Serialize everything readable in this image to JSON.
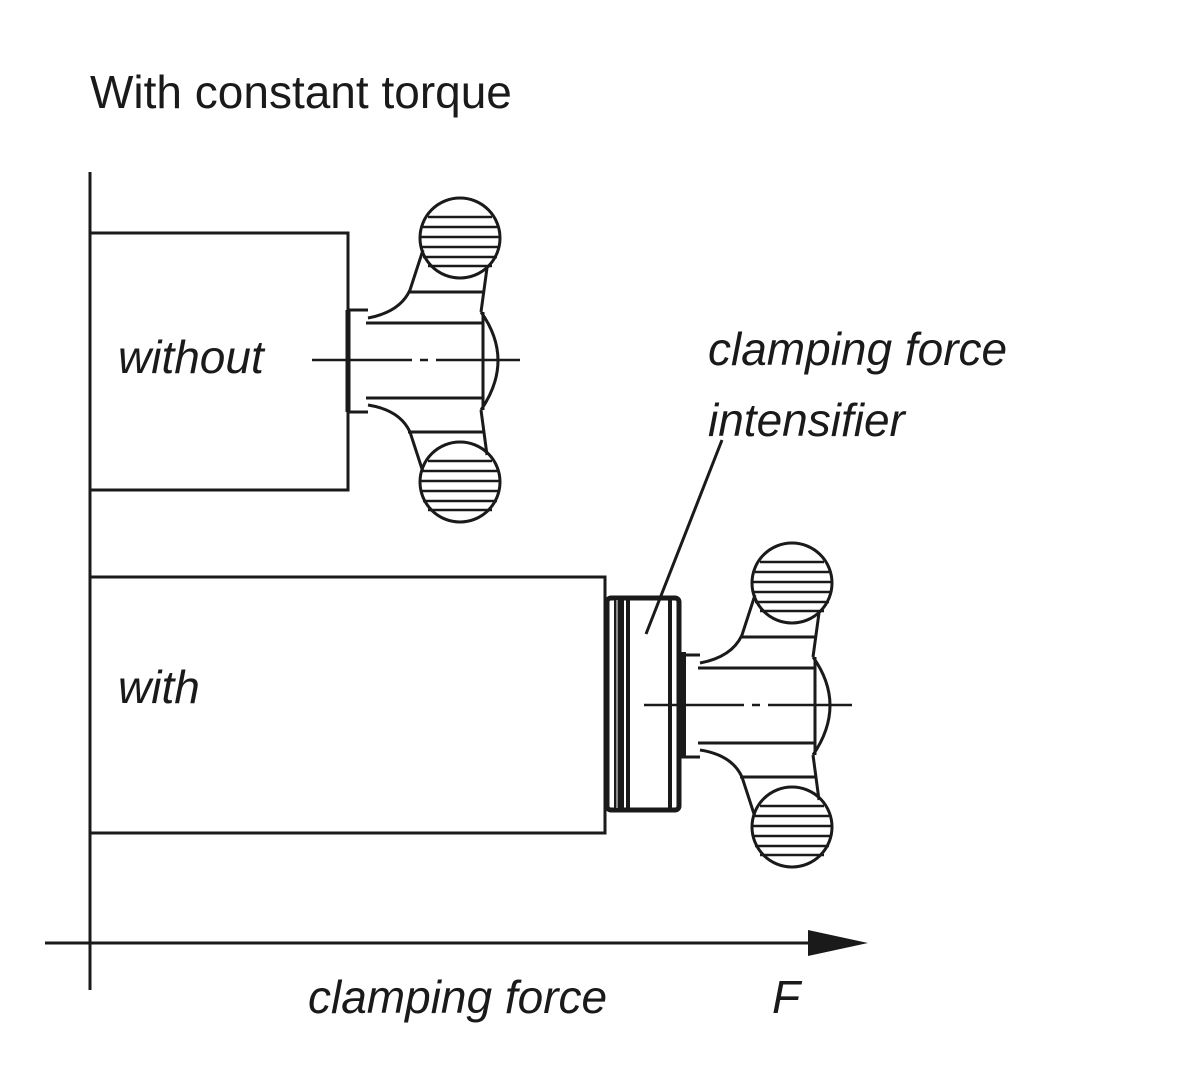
{
  "title": "With constant torque",
  "labels": {
    "without": "without",
    "with": "with",
    "intensifier_line1": "clamping force",
    "intensifier_line2": "intensifier",
    "x_axis": "clamping force",
    "x_symbol": "F"
  },
  "colors": {
    "ink": "#1a1a1a",
    "background": "#ffffff"
  }
}
